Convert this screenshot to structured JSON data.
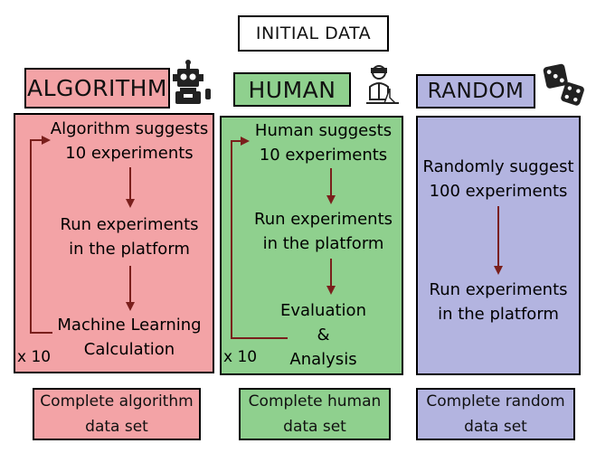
{
  "colors": {
    "algorithm_fill": "#f3a3a6",
    "human_fill": "#8fd08e",
    "random_fill": "#b3b4e0",
    "arrow": "#7a1f1c"
  },
  "title": "INITIAL DATA",
  "algorithm": {
    "header": "ALGORITHM",
    "icon": "robot-icon",
    "step1": [
      "Algorithm suggests",
      "10 experiments"
    ],
    "step2": [
      "Run experiments",
      "in the platform"
    ],
    "step3": [
      "Machine Learning",
      "Calculation"
    ],
    "loop_label": "x 10",
    "footer": [
      "Complete algorithm",
      "data set"
    ]
  },
  "human": {
    "header": "HUMAN",
    "icon": "scientist-icon",
    "step1": [
      "Human suggests",
      "10 experiments"
    ],
    "step2": [
      "Run experiments",
      "in the platform"
    ],
    "step3": [
      "Evaluation",
      "&",
      "Analysis"
    ],
    "loop_label": "x 10",
    "footer": [
      "Complete human",
      "data set"
    ]
  },
  "random": {
    "header": "RANDOM",
    "icon": "dice-icon",
    "step1": [
      "Randomly suggest",
      "100 experiments"
    ],
    "step2": [
      "Run experiments",
      "in the platform"
    ],
    "footer": [
      "Complete random",
      "data set"
    ]
  }
}
